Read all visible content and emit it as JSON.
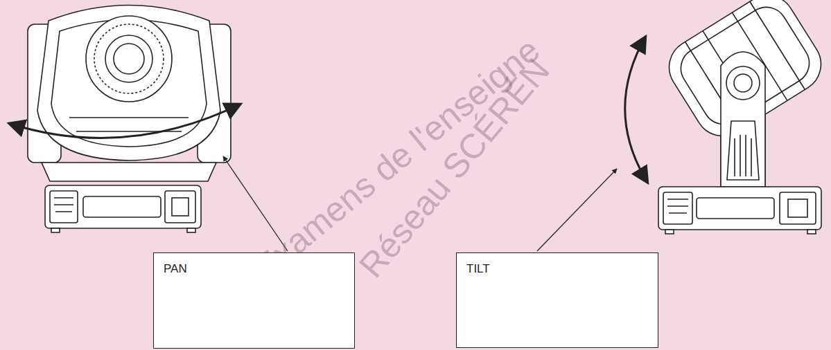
{
  "diagram": {
    "nodes": [
      {
        "text": [
          "PAN"
        ]
      },
      {
        "text": [
          "TILT"
        ]
      }
    ],
    "labels": [
      "ts d'Examens de l'enseigne",
      "Réseau SCÉRÉN"
    ]
  }
}
